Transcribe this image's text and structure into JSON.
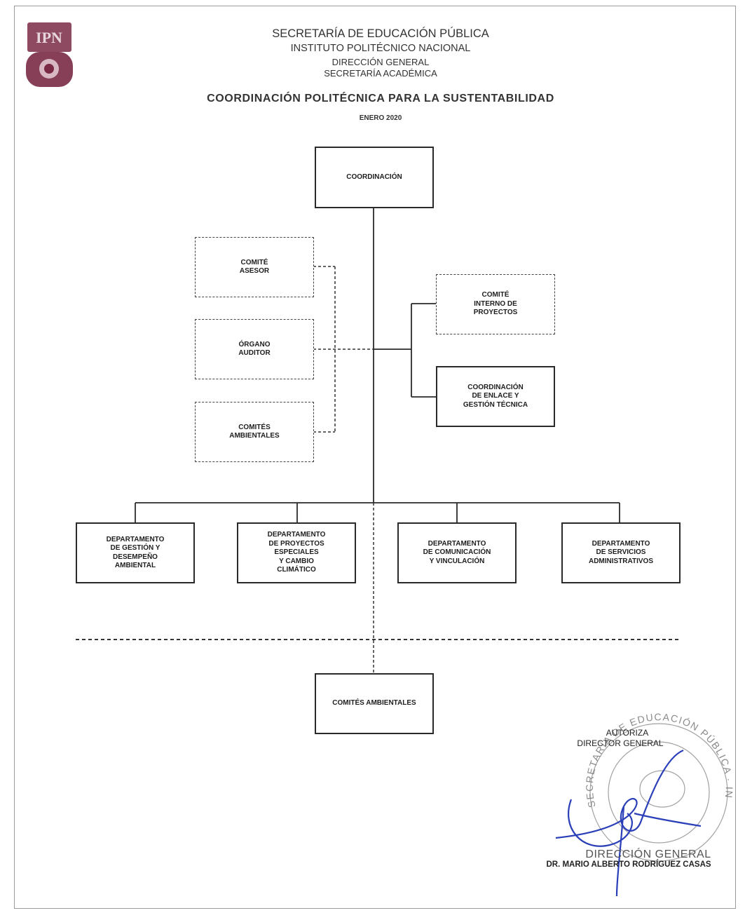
{
  "header": {
    "line1": "SECRETARÍA DE EDUCACIÓN PÚBLICA",
    "line2": "INSTITUTO POLITÉCNICO NACIONAL",
    "line3": "DIRECCIÓN GENERAL",
    "line4": "SECRETARÍA ACADÉMICA",
    "title": "COORDINACIÓN POLITÉCNICA PARA LA SUSTENTABILIDAD",
    "date": "ENERO 2020",
    "logo_text": "IPN"
  },
  "org_chart": {
    "top": "COORDINACIÓN",
    "advisory": [
      "COMITÉ\nASESOR",
      "ÓRGANO\nAUDITOR",
      "COMITÉS\nAMBIENTALES"
    ],
    "staff": [
      "COMITÉ\nINTERNO DE\nPROYECTOS",
      "COORDINACIÓN\nDE ENLACE Y\nGESTIÓN TÉCNICA"
    ],
    "departments": [
      "DEPARTAMENTO\nDE GESTIÓN Y\nDESEMPEÑO\nAMBIENTAL",
      "DEPARTAMENTO\nDE PROYECTOS\nESPECIALES\nY CAMBIO\nCLIMÁTICO",
      "DEPARTAMENTO\nDE COMUNICACIÓN\nY VINCULACIÓN",
      "DEPARTAMENTO\nDE SERVICIOS\nADMINISTRATIVOS"
    ],
    "bottom": "COMITÉS AMBIENTALES"
  },
  "signature": {
    "authorize": "AUTORIZA",
    "role": "DIRECTOR GENERAL",
    "name": "DR. MARIO ALBERTO RODRÍGUEZ CASAS",
    "seal_text": "DIRECCIÓN GENERAL",
    "seal_ring": "SECRETARÍA DE EDUCACIÓN PÚBLICA · INSTITUTO POLITÉCNICO NACIONAL · ESTADOS UNIDOS MEXICANOS · PODER EJECUTIVO FEDERAL"
  },
  "colors": {
    "logo": "#7a2a45",
    "lines": "#2a2a2a",
    "stamp_ink": "#6a6a6a",
    "signature_ink": "#2a3fb8"
  }
}
